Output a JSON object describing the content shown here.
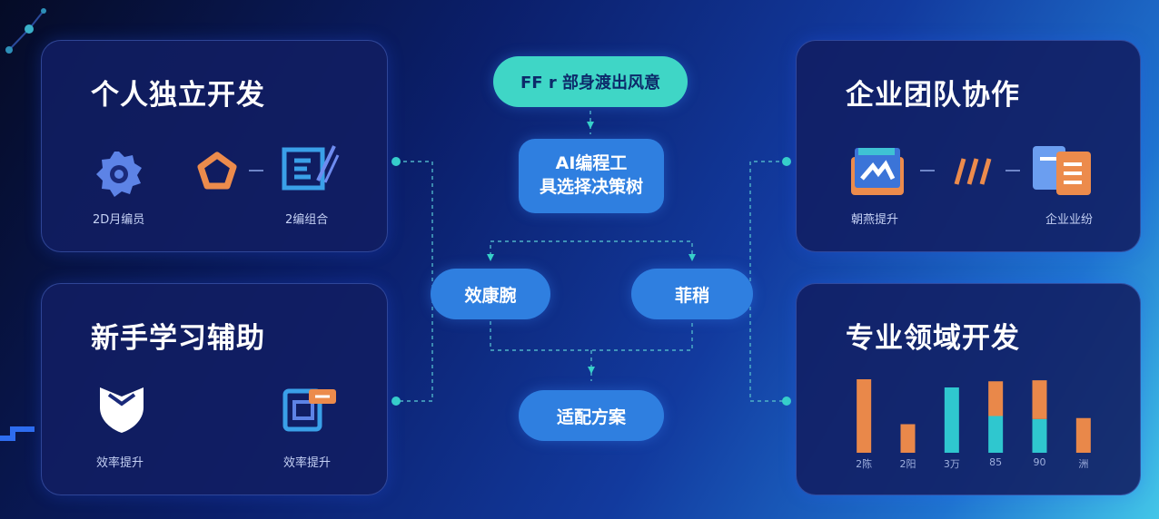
{
  "cards": {
    "personal": {
      "title": "个人独立开发",
      "caption_left": "2D月编员",
      "caption_right": "2编组合"
    },
    "beginner": {
      "title": "新手学习辅助",
      "caption_left": "效率提升",
      "caption_right": "效率提升"
    },
    "enterprise": {
      "title": "企业团队协作",
      "caption_left": "朝燕提升",
      "caption_right": "企业业纷"
    },
    "domain": {
      "title": "专业领域开发"
    }
  },
  "flow": {
    "top_pill": "FF r 部身渡出风意",
    "center_pill": [
      "AI编程工",
      "具选择决策树"
    ],
    "left_pill": "效康腕",
    "right_pill": "菲稍",
    "bottom_pill": "适配方案"
  },
  "chart_data": {
    "type": "bar",
    "categories": [
      "2陈",
      "2阳",
      "3万",
      "85",
      "90",
      "洲"
    ],
    "series": [
      {
        "values": [
          72,
          28,
          0,
          0,
          0,
          34
        ]
      },
      {
        "values": [
          0,
          0,
          64,
          36,
          33,
          0
        ]
      },
      {
        "values": [
          0,
          0,
          0,
          34,
          38,
          0
        ]
      }
    ],
    "colors": [
      "#e9884a",
      "#2fc7cf",
      "#e9884a"
    ],
    "ylim": [
      0,
      80
    ]
  },
  "colors": {
    "accent_teal": "#37d2c9",
    "accent_orange": "#ec8b4c",
    "accent_blue": "#2f7fe0"
  }
}
